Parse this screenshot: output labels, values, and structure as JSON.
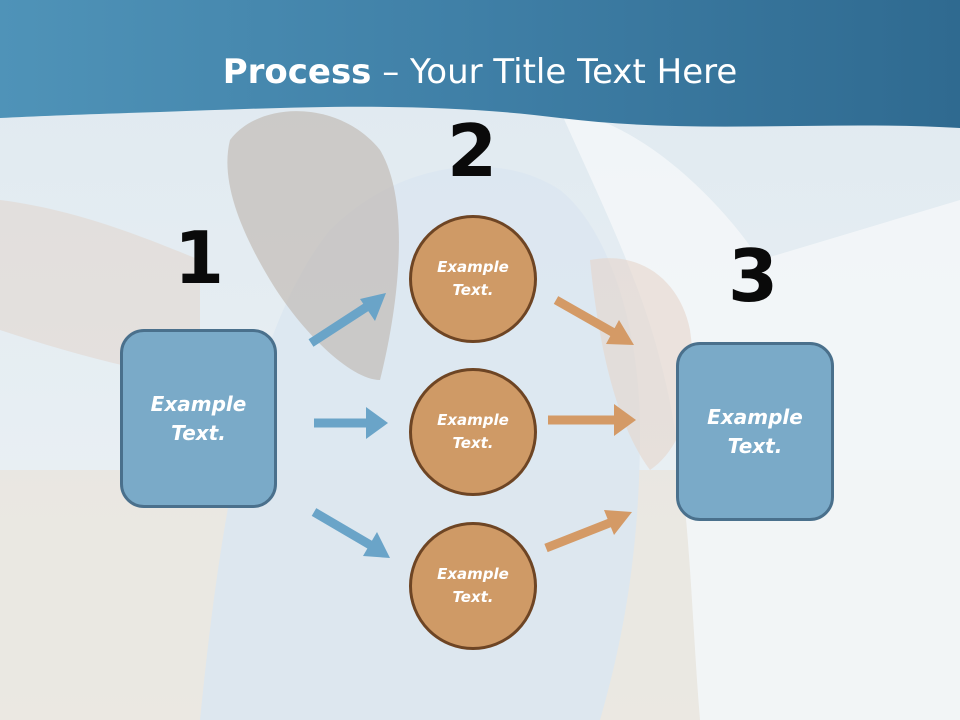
{
  "slide": {
    "title_bold": "Process",
    "title_rest": " – Your Title Text Here"
  },
  "steps": {
    "one": "1",
    "two": "2",
    "three": "3"
  },
  "left_box": {
    "text": "Example Text."
  },
  "right_box": {
    "text": "Example Text."
  },
  "circles": [
    {
      "text": "Example Text."
    },
    {
      "text": "Example Text."
    },
    {
      "text": "Example Text."
    }
  ],
  "colors": {
    "header": "#3e7fa4",
    "box_fill": "#7aaac8",
    "box_border": "#4a708c",
    "circle_fill": "#cf9a66",
    "circle_border": "#6e4524",
    "arrow_blue": "#6aa4c8",
    "arrow_orange": "#d49a66"
  }
}
